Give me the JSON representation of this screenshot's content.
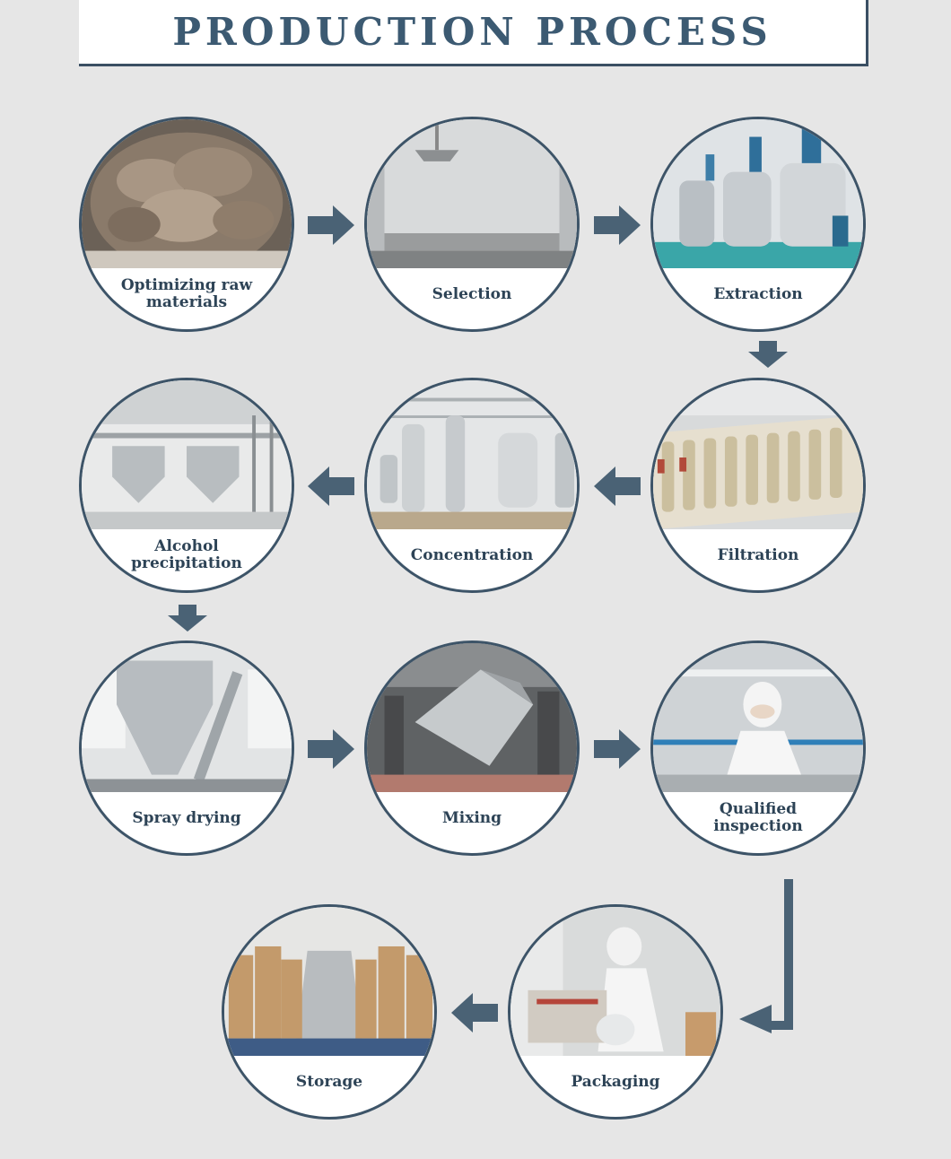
{
  "title": "PRODUCTION PROCESS",
  "steps": [
    {
      "label": "Optimizing raw materials",
      "icon": "mushroom-photo"
    },
    {
      "label": "Selection",
      "icon": "clean-room-photo"
    },
    {
      "label": "Extraction",
      "icon": "extraction-tanks-photo"
    },
    {
      "label": "Filtration",
      "icon": "filter-press-photo"
    },
    {
      "label": "Concentration",
      "icon": "evaporator-photo"
    },
    {
      "label": "Alcohol precipitation",
      "icon": "precipitation-tanks-photo"
    },
    {
      "label": "Spray drying",
      "icon": "spray-dryer-photo"
    },
    {
      "label": "Mixing",
      "icon": "mixer-photo"
    },
    {
      "label": "Qualified inspection",
      "icon": "lab-worker-photo"
    },
    {
      "label": "Packaging",
      "icon": "packaging-worker-photo"
    },
    {
      "label": "Storage",
      "icon": "warehouse-drums-photo"
    }
  ],
  "colors": {
    "arrow": "#4a6275",
    "border": "#3d5468",
    "title": "#3c5a72",
    "background": "#e6e6e6"
  }
}
